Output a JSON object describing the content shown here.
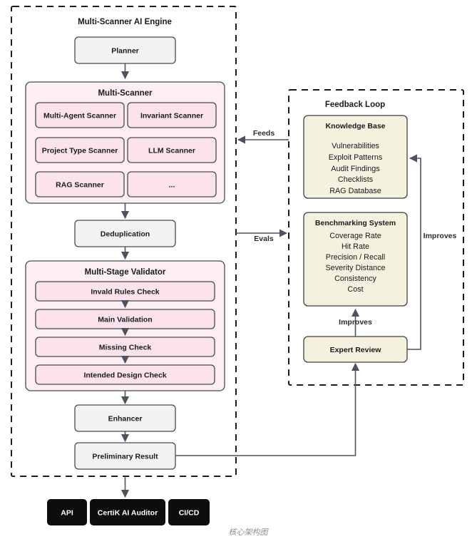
{
  "caption": "核心架构图",
  "engine_panel": {
    "title": "Multi-Scanner AI Engine",
    "planner": "Planner",
    "deduplication": "Deduplication",
    "enhancer": "Enhancer",
    "preliminary_result": "Preliminary Result",
    "multi_scanner": {
      "title": "Multi-Scanner",
      "scanners": [
        "Multi-Agent Scanner",
        "Invariant Scanner",
        "Project Type Scanner",
        "LLM Scanner",
        "RAG Scanner",
        "..."
      ]
    },
    "validator": {
      "title": "Multi-Stage Validator",
      "stages": [
        "Invald Rules Check",
        "Main Validation",
        "Missing Check",
        "Intended Design Check"
      ]
    }
  },
  "feedback_panel": {
    "title": "Feedback Loop",
    "knowledge_base": {
      "title": "Knowledge Base",
      "items": [
        "Vulnerabilities",
        "Exploit Patterns",
        "Audit Findings",
        "Checklists",
        "RAG Database"
      ]
    },
    "benchmarking": {
      "title": "Benchmarking System",
      "items": [
        "Coverage Rate",
        "Hit Rate",
        "Precision / Recall",
        "Severity Distance",
        "Consistency",
        "Cost"
      ]
    },
    "expert_review": "Expert Review"
  },
  "edges": {
    "feeds": "Feeds",
    "evals": "Evals",
    "improves_right": "Improves",
    "improves_bottom": "Improves"
  },
  "outputs": [
    "API",
    "CertiK AI Auditor",
    "CI/CD"
  ],
  "colors": {
    "gray_box": "#f0f2f4",
    "pink_outer": "#fdeef4",
    "pink_inner": "#fbe2ec",
    "cream": "#f4f1de",
    "black": "#0d0d0d",
    "edge": "#4e5260",
    "caption": "#8a8f98"
  }
}
